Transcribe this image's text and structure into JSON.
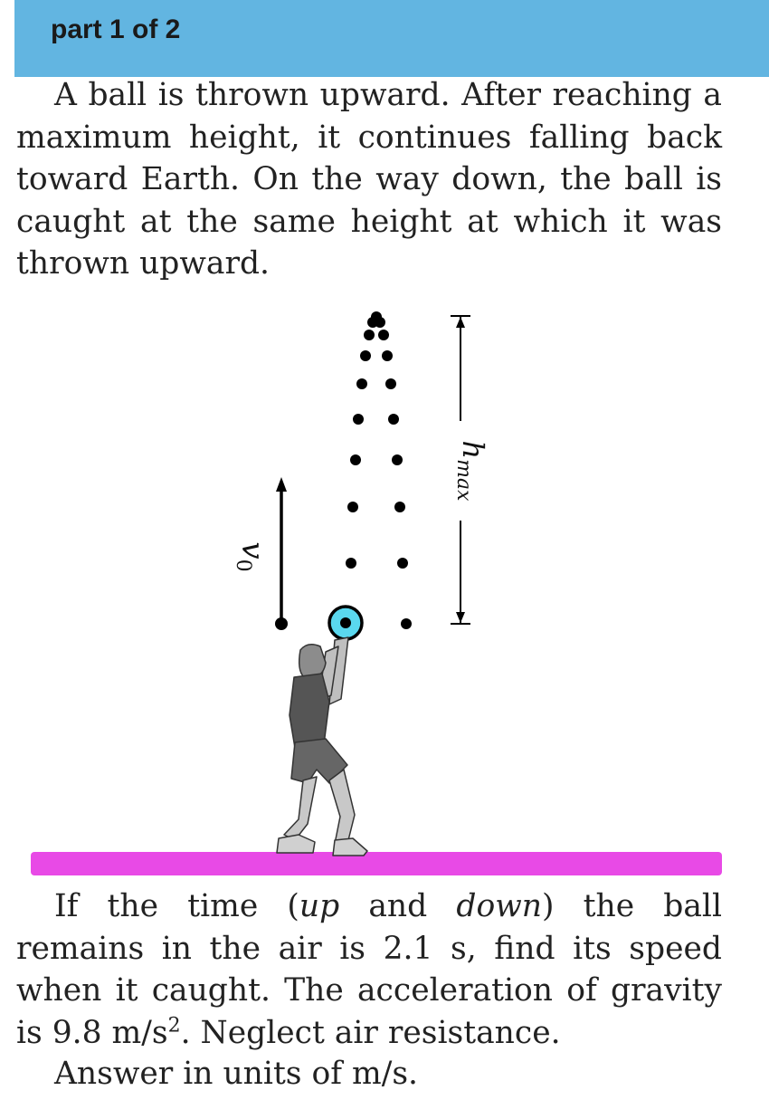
{
  "header": {
    "label": "part 1 of 2"
  },
  "problem": {
    "intro": "A ball is thrown upward. After reaching a maximum height, it continues falling back toward Earth. On the way down, the ball is caught at the same height at which it was thrown upward.",
    "question_pre": "If the time (",
    "question_up": "up",
    "question_and": " and ",
    "question_down": "down",
    "question_post": ") the ball remains in the air is 2.1 s, find its speed when it caught. The acceleration of gravity is 9.8 m/s",
    "question_exp": "2",
    "question_tail": ". Neglect air resistance.",
    "answer": "Answer in units of  m/s."
  },
  "figure": {
    "v0_label": "v0",
    "hmax_label": "hmax",
    "ball_color": "#5ad8ef",
    "ground_color": "#e84ae6"
  }
}
